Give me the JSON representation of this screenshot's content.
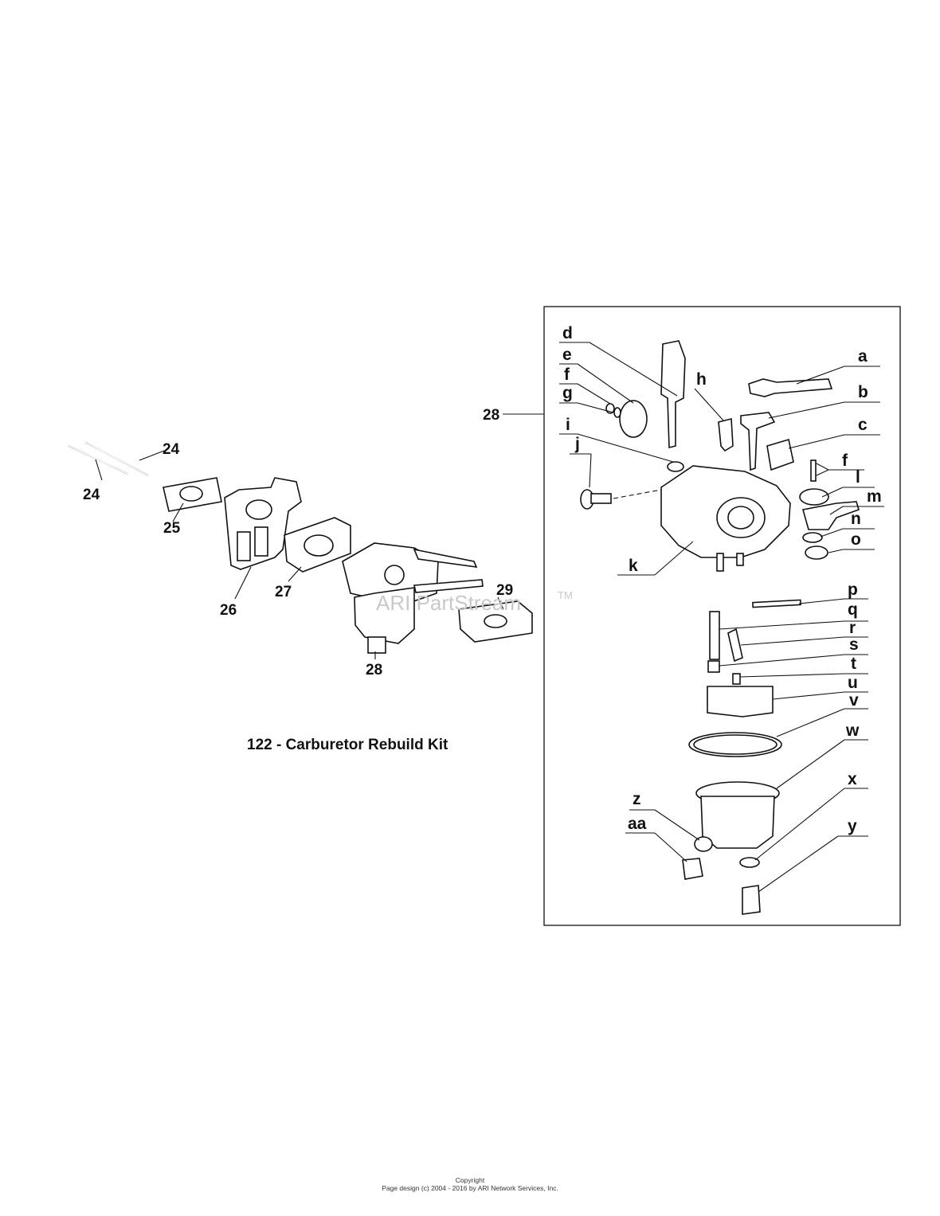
{
  "diagram": {
    "callouts": {
      "c24a": "24",
      "c24b": "24",
      "c25": "25",
      "c26": "26",
      "c27": "27",
      "c28a": "28",
      "c28b": "28",
      "c29": "29"
    },
    "kit_label": "122 - Carburetor Rebuild Kit",
    "watermark": "ARI PartStream",
    "watermark_tm": "TM",
    "letters": {
      "a": "a",
      "b": "b",
      "c": "c",
      "d": "d",
      "e": "e",
      "f1": "f",
      "f2": "f",
      "g": "g",
      "h": "h",
      "i": "i",
      "j": "j",
      "k": "k",
      "l": "l",
      "m": "m",
      "n": "n",
      "o": "o",
      "p": "p",
      "q": "q",
      "r": "r",
      "s": "s",
      "t": "t",
      "u": "u",
      "v": "v",
      "w": "w",
      "x": "x",
      "y": "y",
      "z": "z",
      "aa": "aa"
    }
  },
  "footer": {
    "line1": "Copyright",
    "line2": "Page design (c) 2004 - 2016 by ARI Network Services, Inc."
  }
}
